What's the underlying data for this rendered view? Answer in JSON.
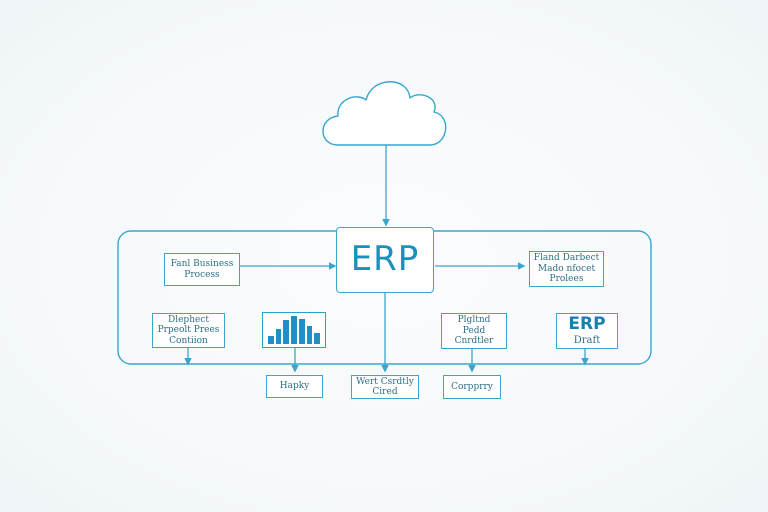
{
  "center": {
    "label": "ERP"
  },
  "boxes": {
    "left_top": [
      "Fanl Business",
      "Process"
    ],
    "right_top": [
      "Fland Darbect",
      "Mado nfocet",
      "Prolees"
    ],
    "left_mid": [
      "Dlephect",
      "Prpeolt Prees",
      "Contiion"
    ],
    "right_mid": [
      "Plgltnd",
      "Pedd",
      "Cnrdtler"
    ],
    "erp_draft": {
      "title": "ERP",
      "sub": "Draft"
    },
    "bottom_1": "Hapky",
    "bottom_2": [
      "Wert Csrdtly",
      "Cired"
    ],
    "bottom_3": "Corpprry"
  },
  "chart": {
    "bar_levels": [
      0.3,
      0.55,
      0.85,
      1.0,
      0.9,
      0.65,
      0.4
    ]
  },
  "colors": {
    "line": "#3aa6cc",
    "text": "#2b6f86",
    "accent": "#1d8fbf"
  }
}
